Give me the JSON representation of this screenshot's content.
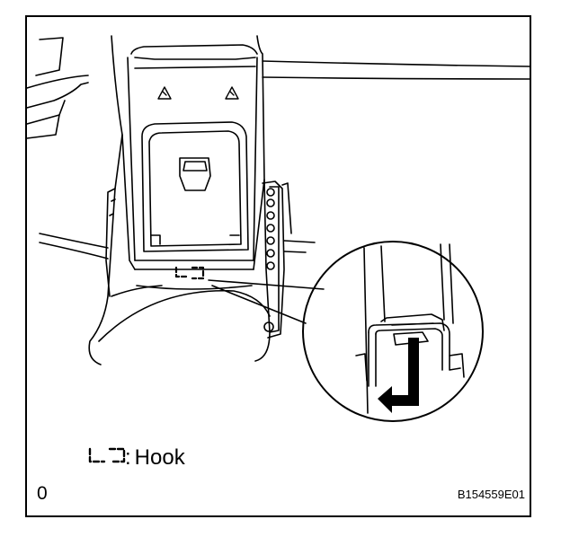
{
  "legend": {
    "separator": ":",
    "hook_label": "Hook"
  },
  "corner_mark": "0",
  "figure_id": "B154559E01",
  "colors": {
    "ink": "#000000",
    "paper": "#ffffff"
  },
  "icons": [
    "hook-icon",
    "recycle-triangle-icon",
    "push-arrow-icon"
  ]
}
